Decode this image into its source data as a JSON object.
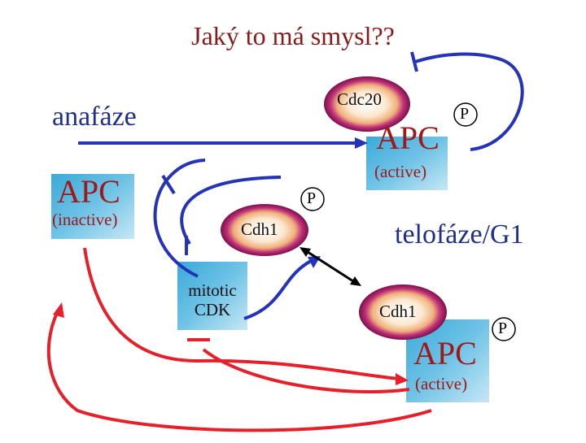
{
  "title": "Jaký to má smysl??",
  "labels": {
    "anaphase": "anafáze",
    "telophase_g1": "telofáze/G1",
    "cdc20": "Cdc20",
    "cdh1_top": "Cdh1",
    "cdh1_bottom": "Cdh1",
    "apc_top": "APC",
    "apc_top_state": "(active)",
    "apc_left": "APC",
    "apc_left_state": "(inactive)",
    "cdk_line1": "mitotic",
    "cdk_line2": "CDK",
    "apc_bottom": "APC",
    "apc_bottom_state": "(active)",
    "p_top": "P",
    "p_middle": "P",
    "p_bottom": "P"
  },
  "colors": {
    "title": "#8a1a1a",
    "phase_text": "#1f2f8a",
    "apc_text": "#a01818",
    "activation_arrows": "#2433b8",
    "inhibition_arrows": "#e5202a"
  }
}
